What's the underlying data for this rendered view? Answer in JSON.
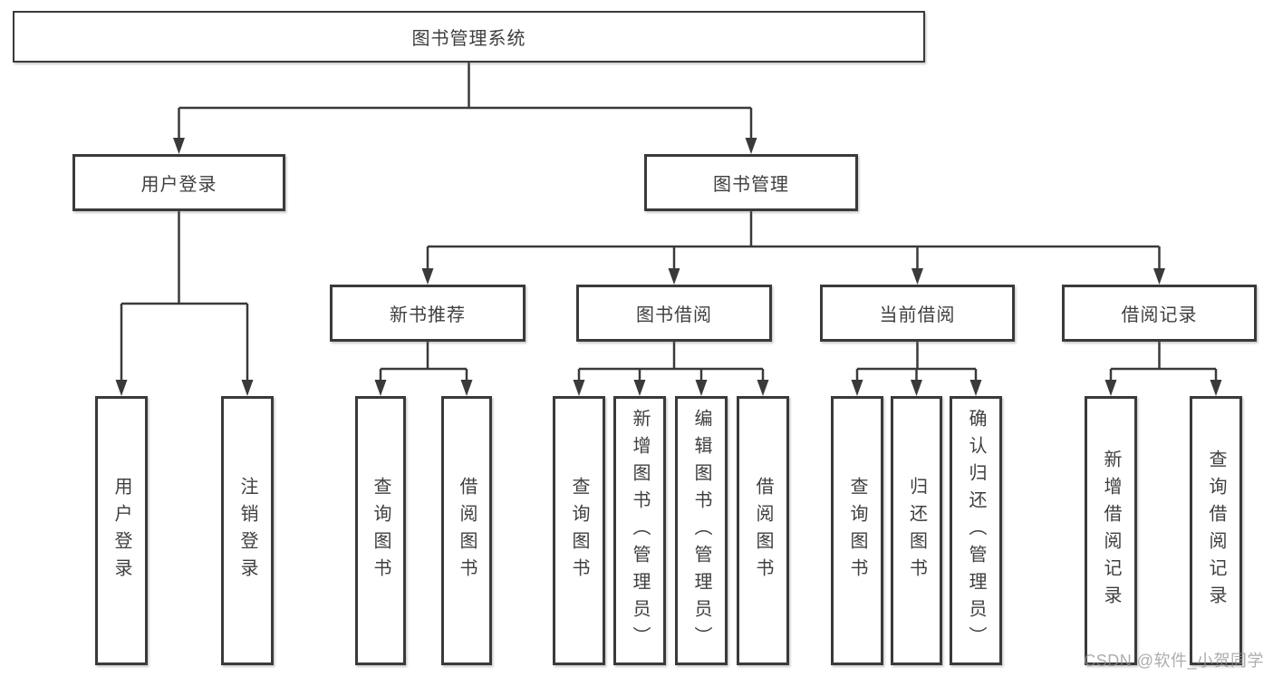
{
  "diagram": {
    "watermark": "CSDN @软件_小贺同学",
    "colors": {
      "line": "#3a3a3a",
      "text": "#3f3f3f",
      "box_background": "#ffffff",
      "watermark_text": "#919191"
    },
    "tree": {
      "root": "图书管理系统",
      "children": [
        {
          "label": "用户登录",
          "children": [
            "用户登录",
            "注销登录"
          ]
        },
        {
          "label": "图书管理",
          "children": [
            {
              "label": "新书推荐",
              "children": [
                "查询图书",
                "借阅图书"
              ]
            },
            {
              "label": "图书借阅",
              "children": [
                "查询图书",
                "新增图书（管理员）",
                "编辑图书（管理员）",
                "借阅图书"
              ]
            },
            {
              "label": "当前借阅",
              "children": [
                "查询图书",
                "归还图书",
                "确认归还（管理员）"
              ]
            },
            {
              "label": "借阅记录",
              "children": [
                "新增借阅记录",
                "查询借阅记录"
              ]
            }
          ]
        }
      ]
    }
  }
}
